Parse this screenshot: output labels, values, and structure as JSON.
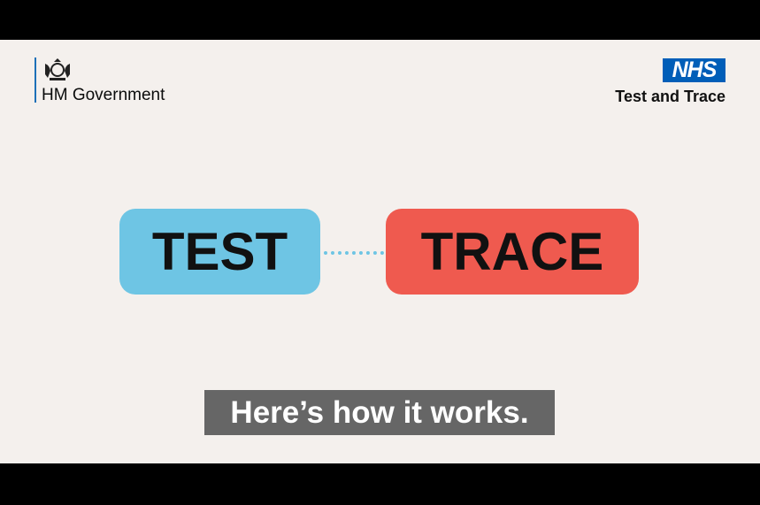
{
  "header": {
    "left_logo_text": "HM Government",
    "right_logo_badge": "NHS",
    "right_logo_text": "Test and Trace"
  },
  "main": {
    "left_box": "TEST",
    "right_box": "TRACE"
  },
  "caption": "Here’s how it works.",
  "colors": {
    "test": "#6ec5e4",
    "trace": "#ef5a4f",
    "nhs": "#005eb8",
    "background": "#f4f0ed"
  }
}
